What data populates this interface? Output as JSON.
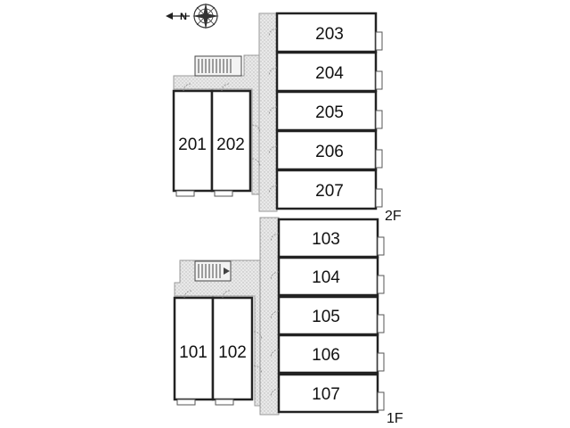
{
  "compass": {
    "north_label": "N"
  },
  "floors": [
    {
      "floor_label": "2F",
      "right_units": [
        "203",
        "204",
        "205",
        "206",
        "207"
      ],
      "left_units": [
        "201",
        "202"
      ]
    },
    {
      "floor_label": "1F",
      "right_units": [
        "103",
        "104",
        "105",
        "106",
        "107"
      ],
      "left_units": [
        "101",
        "102"
      ]
    }
  ],
  "colors": {
    "wall": "#222222",
    "corridor": "#e6e6e6",
    "corridor_dots": "#b8b8b8",
    "door_arc": "#888888"
  }
}
